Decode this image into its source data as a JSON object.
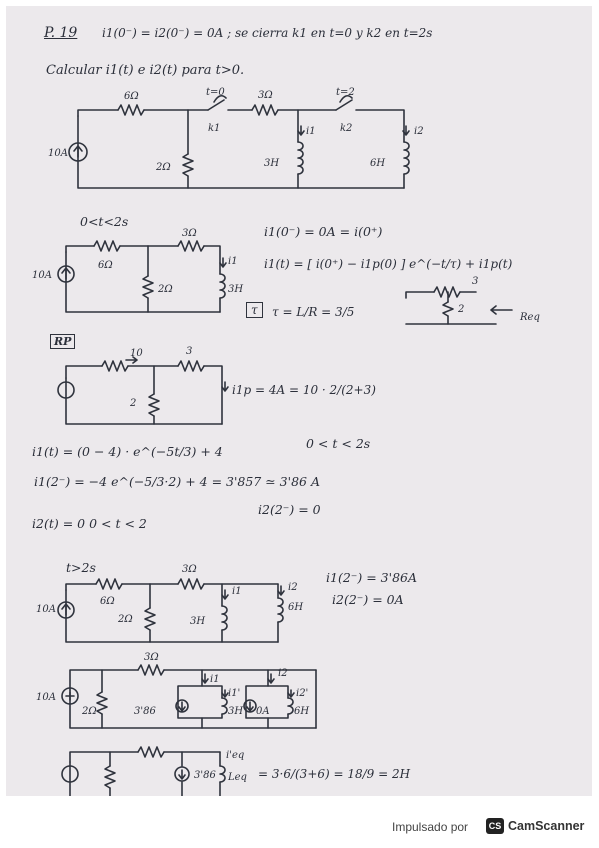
{
  "header": {
    "problem": "P. 19",
    "statement": "i1(0⁻) = i2(0⁻) = 0A ; se cierra  k1  en t=0  y  k2 en t=2s",
    "task": "Calcular  i1(t) e i2(t) para t>0."
  },
  "circuit1": {
    "source": "10A",
    "r6": "6Ω",
    "r2": "2Ω",
    "r3": "3Ω",
    "l3": "3H",
    "l6": "6H",
    "k1_time": "t=0",
    "k1": "k1",
    "k2_time": "t=2",
    "k2": "k2",
    "i1": "i1",
    "i2": "i2"
  },
  "interval1": {
    "heading": "0<t<2s",
    "circuit": {
      "source": "10A",
      "r6": "6Ω",
      "r3": "3Ω",
      "r2": "2Ω",
      "l3": "3H",
      "i1": "i1"
    },
    "eq1": "i1(0⁻) = 0A = i(0⁺)",
    "eq2": "i1(t) = [ i(0⁺) − i1p(0) ] e^(−t/τ) + i1p(t)",
    "tau_box": "τ",
    "tau_eq": "τ = L/R = 3/5",
    "req": {
      "r3": "3",
      "r2": "2",
      "label": "Req"
    }
  },
  "rp": {
    "label": "RP",
    "circuit": {
      "r10": "10",
      "r3": "3",
      "r2": "2"
    },
    "eq": "i1p = 4A = 10 · 2/(2+3)"
  },
  "results1": {
    "eq1": "i1(t) = (0 − 4) · e^(−5t/3) + 4",
    "range1": "0 < t < 2s",
    "eq2": "i1(2⁻) = −4 e^(−5/3·2) + 4 = 3'857 ≃ 3'86 A",
    "eq3": "i2(t) = 0       0 < t < 2",
    "eq4": "i2(2⁻) = 0"
  },
  "interval2": {
    "heading": "t>2s",
    "circuit": {
      "source": "10A",
      "r6": "6Ω",
      "r3": "3Ω",
      "r2": "2Ω",
      "l3": "3H",
      "l6": "6H",
      "i1": "i1",
      "i2": "i2"
    },
    "ic1": "i1(2⁻) = 3'86A",
    "ic2": "i2(2⁻) = 0A"
  },
  "circuit4": {
    "source": "10A",
    "r3": "3Ω",
    "r2": "2Ω",
    "src386": "3'86",
    "src0": "0A",
    "l3": "3H",
    "l6": "6H",
    "i1": "i1",
    "i1p": "i1'",
    "i2": "i2",
    "i2p": "i2'"
  },
  "circuit5": {
    "src386": "3'86",
    "ieq": "i'eq",
    "leq": "Leq",
    "eq": "= 3·6/(3+6) = 18/9 = 2H"
  },
  "footer": {
    "by": "Impulsado por",
    "logo": "CS",
    "brand": "CamScanner"
  }
}
